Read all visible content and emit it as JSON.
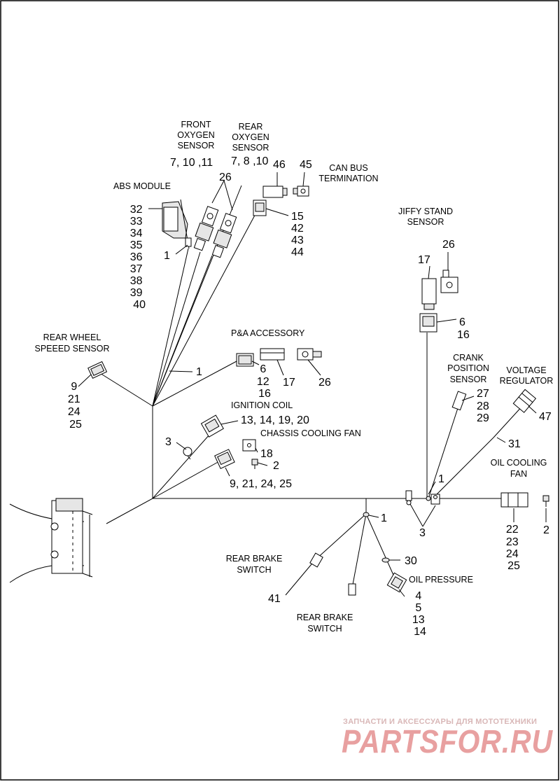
{
  "labels": {
    "front_oxygen_sensor": [
      "FRONT",
      "OXYGEN",
      "SENSOR"
    ],
    "rear_oxygen_sensor": [
      "REAR",
      "OXYGEN",
      "SENSOR"
    ],
    "abs_module": "ABS MODULE",
    "can_bus_termination": [
      "CAN BUS",
      "TERMINATION"
    ],
    "jiffy_stand_sensor": [
      "JIFFY STAND",
      "SENSOR"
    ],
    "rear_wheel_speed_sensor": [
      "REAR WHEEL",
      "SPEEED SENSOR"
    ],
    "pa_accessory": "P&A ACCESSORY",
    "crank_position_sensor": [
      "CRANK",
      "POSITION",
      "SENSOR"
    ],
    "voltage_regulator": [
      "VOLTAGE",
      "REGULATOR"
    ],
    "ignition_coil": "IGNITION COIL",
    "chassis_cooling_fan": "CHASSIS COOLING FAN",
    "oil_cooling_fan": [
      "OIL COOLING",
      "FAN"
    ],
    "rear_brake_switch_upper": [
      "REAR BRAKE",
      "SWITCH"
    ],
    "oil_pressure": "OIL PRESSURE",
    "rear_brake_switch_lower": [
      "REAR BRAKE",
      "SWITCH"
    ]
  },
  "callouts": {
    "front_o2": "7, 10 ,11",
    "rear_o2": "7, 8 ,10",
    "can_46": "46",
    "can_45": "45",
    "o2_26": "26",
    "abs_list": [
      "32",
      "33",
      "34",
      "35",
      "36",
      "37",
      "38",
      "39",
      "40"
    ],
    "abs_1": "1",
    "can_list": [
      "15",
      "42",
      "43",
      "44"
    ],
    "jiffy_26": "26",
    "jiffy_17": "17",
    "jiffy_list": [
      "6",
      "16"
    ],
    "rwss_list": [
      "9",
      "21",
      "24",
      "25"
    ],
    "clip_1a": "1",
    "pa_list": [
      "6",
      "12",
      "16"
    ],
    "pa_17": "17",
    "pa_26": "26",
    "crank_list": [
      "27",
      "28",
      "29"
    ],
    "vreg_47": "47",
    "ign_list": "13, 14, 19, 20",
    "left_3": "3",
    "fan_18": "18",
    "fan_2": "2",
    "vreg_31": "31",
    "main_list": "9, 21, 24, 25",
    "clip_1b": "1",
    "oil_fan_list": [
      "22",
      "23",
      "24",
      "25"
    ],
    "oil_fan_2": "2",
    "clip_1c": "1",
    "ground_3": "3",
    "oil_30": "30",
    "brake_41": "41",
    "oil_list": [
      "4",
      "5",
      "13",
      "14"
    ]
  },
  "watermark": {
    "tagline": "ЗАПЧАСТИ И АКСЕССУАРЫ ДЛЯ МОТОТЕХНИКИ",
    "brand": "PARTSFOR.RU"
  }
}
